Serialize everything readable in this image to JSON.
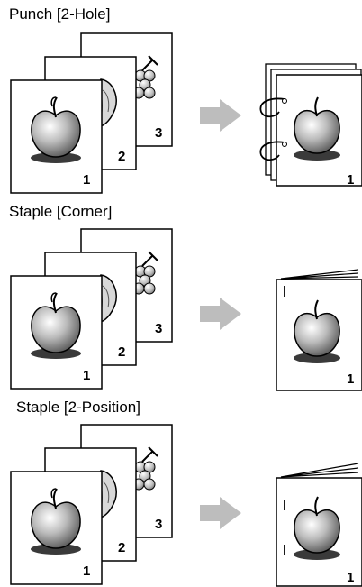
{
  "sections": [
    {
      "title": "Punch [2-Hole]",
      "originals": [
        "1",
        "2",
        "3"
      ],
      "result": "1",
      "finish": "punch-2-hole",
      "original_icons": [
        "apple-icon",
        "pear-icon",
        "grapes-icon"
      ]
    },
    {
      "title": "Staple [Corner]",
      "originals": [
        "1",
        "2",
        "3"
      ],
      "result": "1",
      "finish": "staple-corner",
      "original_icons": [
        "apple-icon",
        "pear-icon",
        "grapes-icon"
      ]
    },
    {
      "title": "Staple [2-Position]",
      "originals": [
        "1",
        "2",
        "3"
      ],
      "result": "1",
      "finish": "staple-2-position",
      "original_icons": [
        "apple-icon",
        "pear-icon",
        "grapes-icon"
      ]
    }
  ],
  "colors": {
    "arrow": "#bdbdbd",
    "page_border": "#000000",
    "shadow": "#3a3a3a"
  }
}
